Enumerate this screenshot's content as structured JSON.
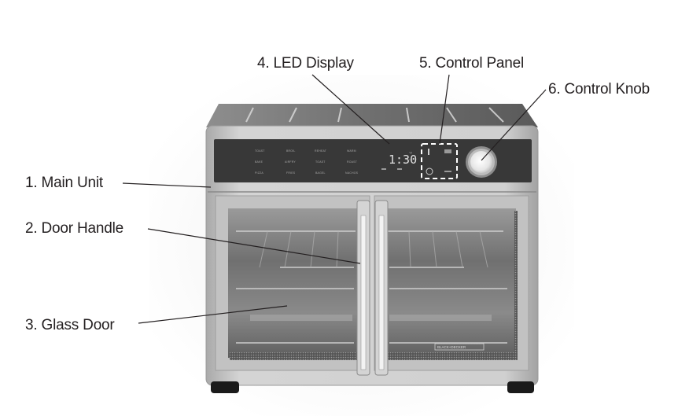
{
  "diagram": {
    "subject": "French-door air fryer toaster oven",
    "callouts": [
      {
        "number": "1",
        "label": "1. Main Unit"
      },
      {
        "number": "2",
        "label": "2. Door Handle"
      },
      {
        "number": "3",
        "label": "3. Glass Door"
      },
      {
        "number": "4",
        "label": "4. LED Display"
      },
      {
        "number": "5",
        "label": "5. Control Panel"
      },
      {
        "number": "6",
        "label": "6. Control Knob"
      }
    ],
    "led_display": {
      "time": "1:30"
    },
    "presets": [
      [
        "TOAST",
        "BROIL",
        "REHEAT",
        "WARM"
      ],
      [
        "BAKE",
        "AIRFRY",
        "TOAST",
        "ROAST"
      ],
      [
        "PIZZA",
        "FRIES",
        "BAGEL",
        "NACHOS"
      ]
    ],
    "brand_badge": "BLACK+DECKER",
    "colors": {
      "label_text": "#231f20",
      "leader_line": "#231f20",
      "panel": "#3a3a3a",
      "body": "#b9b9b9",
      "highlight_box": "#ffffff"
    }
  }
}
